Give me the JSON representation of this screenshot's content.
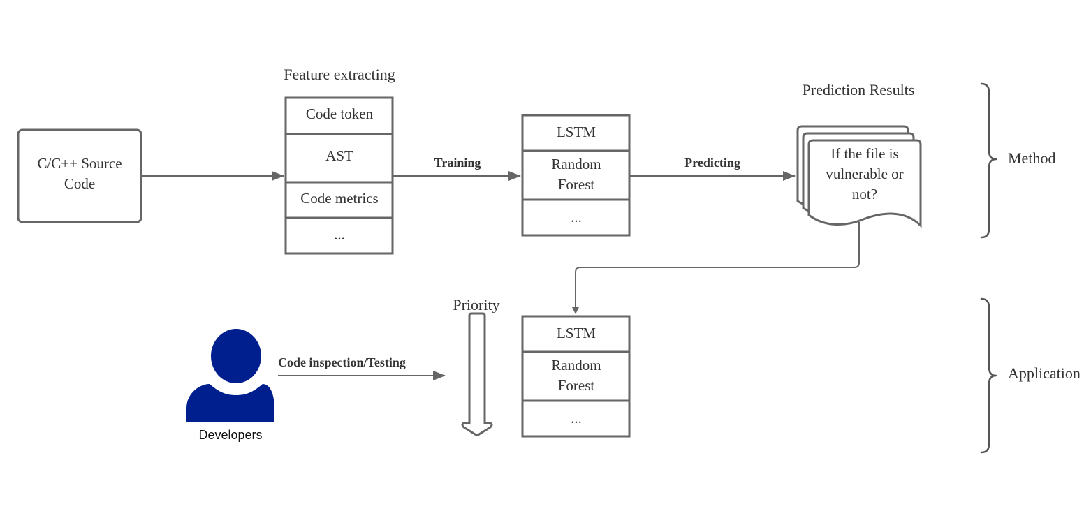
{
  "source_box": {
    "line1": "C/C++ Source",
    "line2": "Code"
  },
  "feature_extracting": {
    "title": "Feature extracting",
    "rows": [
      "Code token",
      "AST",
      "Code metrics",
      "..."
    ]
  },
  "training_label": "Training",
  "model_stack_method": {
    "row1": "LSTM",
    "row2_line1": "Random",
    "row2_line2": "Forest",
    "row3": "..."
  },
  "predicting_label": "Predicting",
  "prediction_results": {
    "title": "Prediction Results",
    "line1": "If the file is",
    "line2": "vulnerable or",
    "line3": "not?"
  },
  "braces": {
    "method": "Method",
    "application": "Application"
  },
  "priority_label": "Priority",
  "model_stack_application": {
    "row1": "LSTM",
    "row2_line1": "Random",
    "row2_line2": "Forest",
    "row3": "..."
  },
  "developers": {
    "label": "Developers",
    "action_label": "Code inspection/Testing",
    "color": "#001f8f"
  }
}
